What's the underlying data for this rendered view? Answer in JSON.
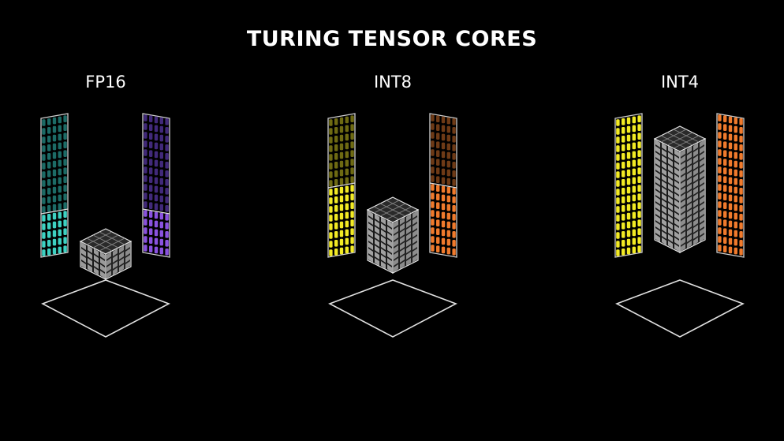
{
  "title": "TURING TENSOR CORES",
  "panels": [
    {
      "label": "FP16",
      "left_matrix": {
        "color_dim": "#1c6b66",
        "color_bright": "#3dd1c2",
        "rows": 16,
        "cols": 5,
        "bright_rows": 5
      },
      "right_matrix": {
        "color_dim": "#41297a",
        "color_bright": "#8a52e0",
        "rows": 16,
        "cols": 5,
        "bright_rows": 5
      },
      "cube": {
        "width_cells": 4,
        "height_cells": 4,
        "color": "#9a9a9a"
      }
    },
    {
      "label": "INT8",
      "left_matrix": {
        "color_dim": "#6e6a12",
        "color_bright": "#f2ea24",
        "rows": 16,
        "cols": 5,
        "bright_rows": 8
      },
      "right_matrix": {
        "color_dim": "#6e3a16",
        "color_bright": "#f07a2c",
        "rows": 16,
        "cols": 5,
        "bright_rows": 8
      },
      "cube": {
        "width_cells": 4,
        "height_cells": 8,
        "color": "#a0a0a0"
      }
    },
    {
      "label": "INT4",
      "left_matrix": {
        "color_dim": "#f2ea24",
        "color_bright": "#f2ea24",
        "rows": 16,
        "cols": 5,
        "bright_rows": 16
      },
      "right_matrix": {
        "color_dim": "#f07a2c",
        "color_bright": "#f07a2c",
        "rows": 16,
        "cols": 5,
        "bright_rows": 16
      },
      "cube": {
        "width_cells": 4,
        "height_cells": 16,
        "color": "#a0a0a0"
      }
    }
  ]
}
